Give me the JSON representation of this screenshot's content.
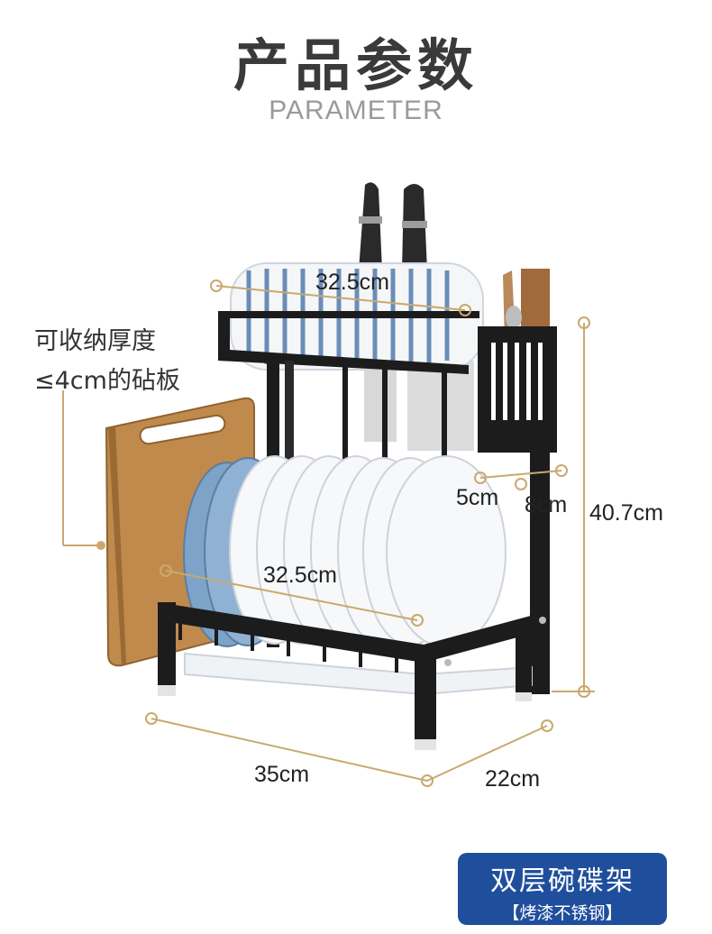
{
  "header": {
    "title": "产品参数",
    "subtitle": "PARAMETER"
  },
  "note": {
    "line1": "可收纳厚度",
    "line2": "≤4cm的砧板"
  },
  "dimensions": {
    "top_width": "32.5cm",
    "bottom_width": "32.5cm",
    "holder_a": "5cm",
    "holder_b": "8cm",
    "height": "40.7cm",
    "length": "35cm",
    "depth": "22cm"
  },
  "badge": {
    "title": "双层碗碟架",
    "subtitle": "【烤漆不锈钢】"
  },
  "colors": {
    "accent": "#c9a96e",
    "badge": "#1f4f9c",
    "frame": "#1c1c1c",
    "board": "#c08a4c"
  }
}
